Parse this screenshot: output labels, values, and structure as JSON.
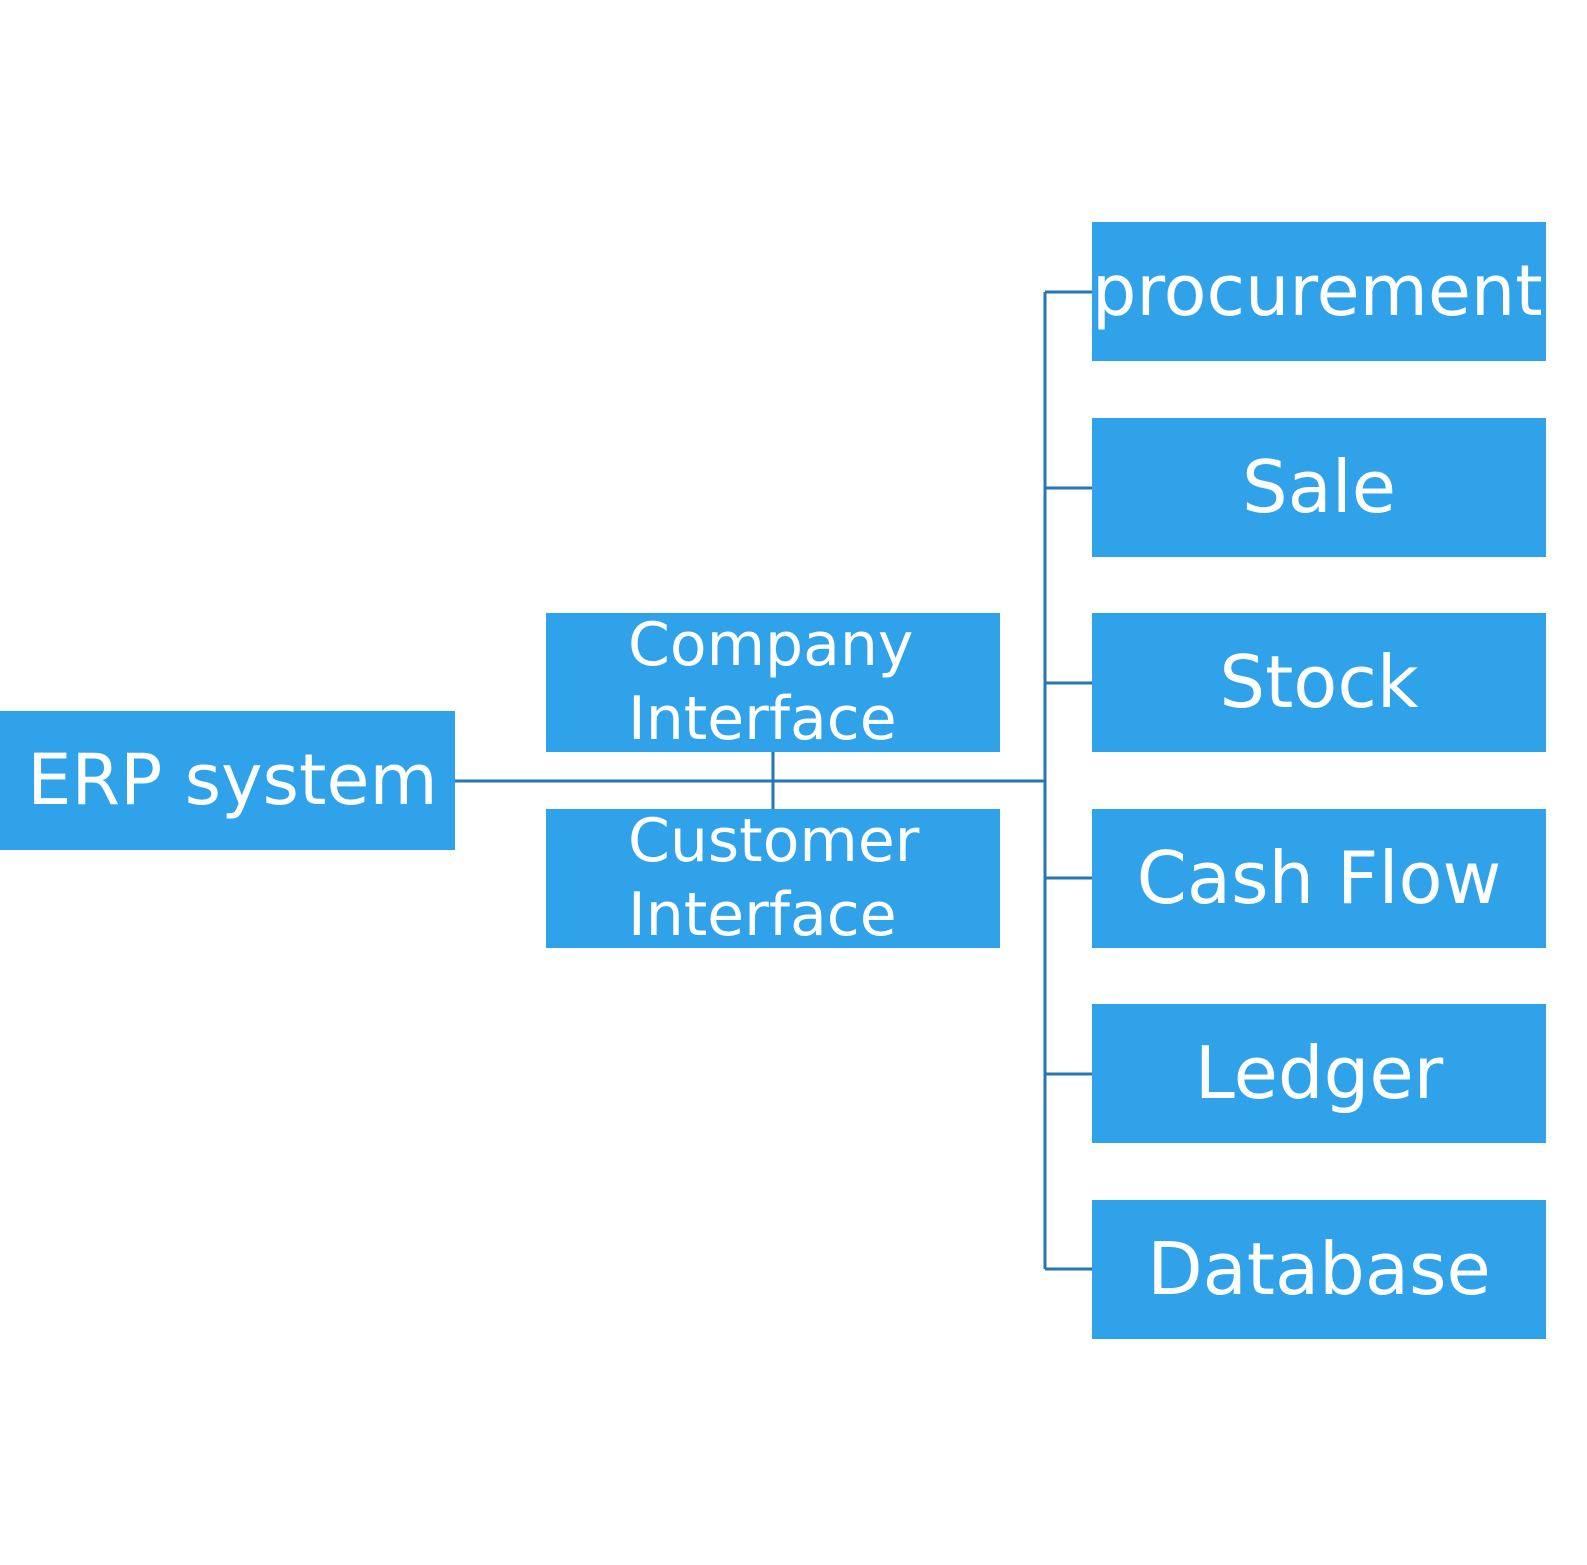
{
  "colors": {
    "box_fill": "#30a2ea",
    "box_text": "#ffffff",
    "connector": "#2676b3"
  },
  "root": {
    "label": "ERP system"
  },
  "interfaces": [
    {
      "label": "Company Interface"
    },
    {
      "label": "Customer Interface"
    }
  ],
  "modules": [
    {
      "label": "procurement"
    },
    {
      "label": "Sale"
    },
    {
      "label": "Stock"
    },
    {
      "label": "Cash Flow"
    },
    {
      "label": "Ledger"
    },
    {
      "label": "Database"
    }
  ]
}
